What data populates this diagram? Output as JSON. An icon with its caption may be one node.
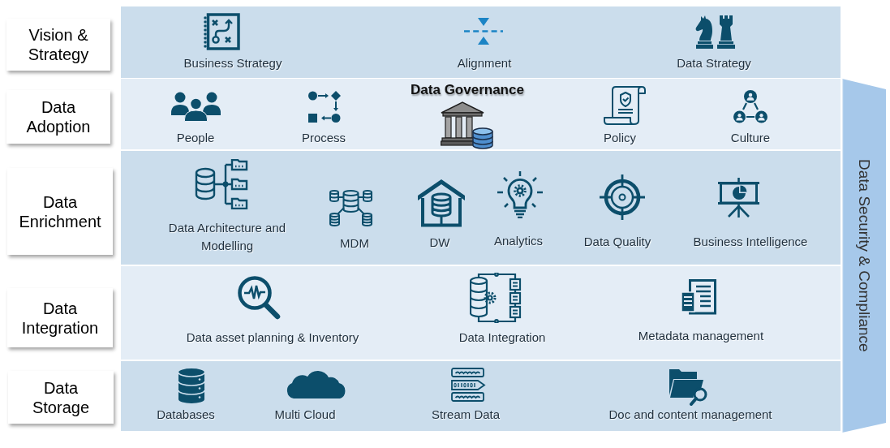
{
  "diagram": {
    "nodes": [
      {
        "text": [
          "Vision & Strategy"
        ]
      },
      {
        "text": [
          "Business Strategy",
          "Alignment",
          "Data Strategy"
        ]
      },
      {
        "text": [
          "Data Adoption"
        ]
      },
      {
        "text": [
          "People",
          "Process",
          "Data Governance",
          "Policy",
          "Culture"
        ]
      },
      {
        "text": [
          "Data Enrichment"
        ]
      },
      {
        "text": [
          "Data Architecture and Modelling",
          "MDM",
          "DW",
          "Analytics",
          "Data Quality",
          "Business Intelligence"
        ]
      },
      {
        "text": [
          "Data Integration"
        ]
      },
      {
        "text": [
          "Data asset planning & Inventory",
          "Data Integration",
          "Metadata management"
        ]
      },
      {
        "text": [
          "Data Storage"
        ]
      },
      {
        "text": [
          "Databases",
          "Multi Cloud",
          "Stream Data",
          "Doc and content management"
        ]
      },
      {
        "text": [
          "Data Security & Compliance"
        ]
      }
    ]
  }
}
